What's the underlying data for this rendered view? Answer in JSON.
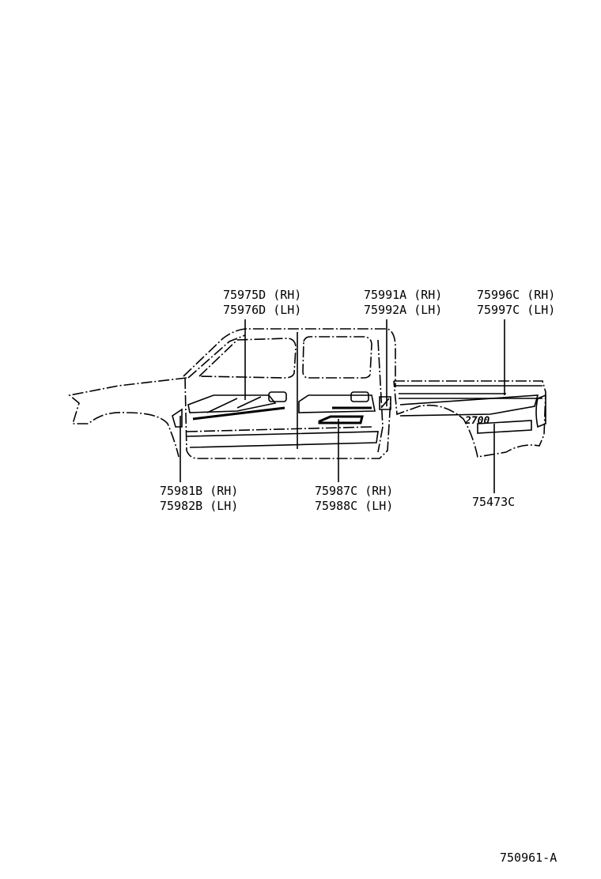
{
  "diagram_id": "750961-A",
  "callouts": [
    {
      "id": "door-front-stripe",
      "lines": [
        "75975D (RH)",
        "75976D (LH)"
      ]
    },
    {
      "id": "rear-quarter-stripe",
      "lines": [
        "75991A (RH)",
        "75992A (LH)"
      ]
    },
    {
      "id": "bed-stripe",
      "lines": [
        "75996C (RH)",
        "75997C (LH)"
      ]
    },
    {
      "id": "fender-stripe",
      "lines": [
        "75981B (RH)",
        "75982B (LH)"
      ]
    },
    {
      "id": "4wd-emblem",
      "lines": [
        "75987C (RH)",
        "75988C (LH)"
      ]
    },
    {
      "id": "2700-emblem",
      "lines": [
        "75473C"
      ]
    }
  ]
}
